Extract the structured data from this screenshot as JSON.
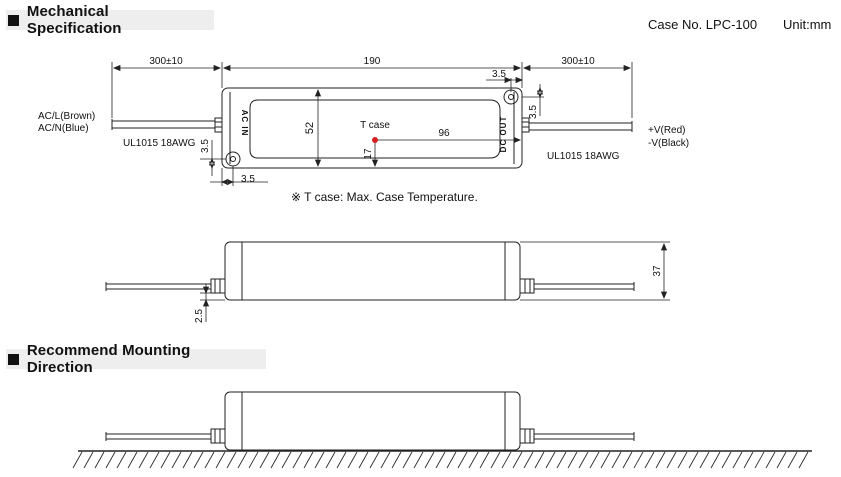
{
  "headers": {
    "mechanical": "Mechanical Specification",
    "mounting": "Recommend Mounting Direction"
  },
  "case_no": "Case No. LPC-100",
  "unit": "Unit:mm",
  "dimensions": {
    "left_cable": "300±10",
    "length": "190",
    "right_cable": "300±10",
    "hole_top": "3.5",
    "hole_right": "3.5",
    "height": "52",
    "tcase_distance": "96",
    "tcase_height": "17",
    "hole_left_v": "3.5",
    "hole_left_h": "3.5",
    "side_height": "37",
    "side_offset": "2.5"
  },
  "labels": {
    "ac_l": "AC/L(Brown)",
    "ac_n": "AC/N(Blue)",
    "ul_left": "UL1015 18AWG",
    "ul_right": "UL1015 18AWG",
    "v_plus": "+V(Red)",
    "v_minus": "-V(Black)",
    "ac_in": "AC IN",
    "dc_out": "DC OUT",
    "tcase": "T case",
    "tcase_note": "※ T case: Max. Case Temperature."
  }
}
